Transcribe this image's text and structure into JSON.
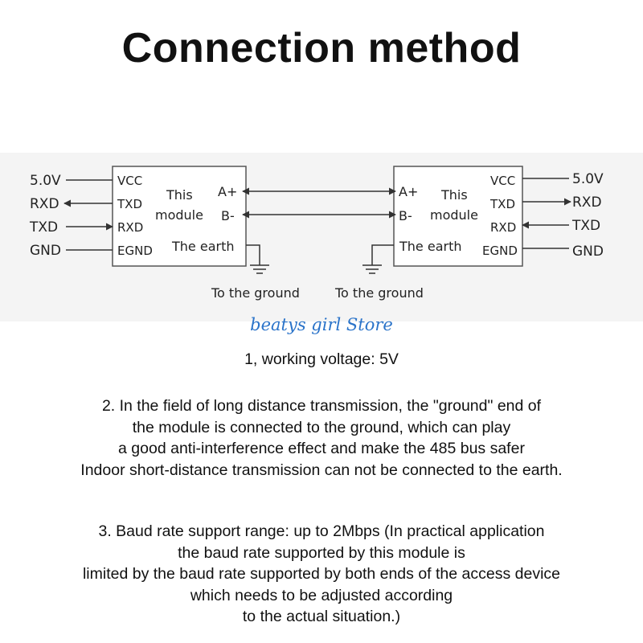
{
  "title": "Connection method",
  "watermark": "beatys girl Store",
  "left_module": {
    "signals": [
      "5.0V",
      "RXD",
      "TXD",
      "GND"
    ],
    "pins_left": [
      "VCC",
      "TXD",
      "RXD",
      "EGND"
    ],
    "name_line1": "This",
    "name_line2": "module",
    "pin_a": "A+",
    "pin_b": "B-",
    "earth": "The earth"
  },
  "right_module": {
    "signals": [
      "5.0V",
      "RXD",
      "TXD",
      "GND"
    ],
    "pins_right": [
      "VCC",
      "TXD",
      "RXD",
      "EGND"
    ],
    "name_line1": "This",
    "name_line2": "module",
    "pin_a": "A+",
    "pin_b": "B-",
    "earth": "The earth"
  },
  "ground_labels": [
    "To the ground",
    "To the ground"
  ],
  "notes": {
    "note1": [
      "1, working voltage: 5V"
    ],
    "note2": [
      "2. In the field of long distance transmission, the \"ground\" end of",
      "the module is connected to the ground, which can play",
      "a good anti-interference effect and make the 485 bus safer",
      "Indoor short-distance transmission can not be connected to the earth."
    ],
    "note3": [
      "3. Baud rate support range: up to 2Mbps (In practical application",
      "the baud rate supported by this module is",
      "limited by the baud rate supported by both ends of the access device",
      "which needs to be adjusted according",
      "to the actual situation.)"
    ]
  }
}
